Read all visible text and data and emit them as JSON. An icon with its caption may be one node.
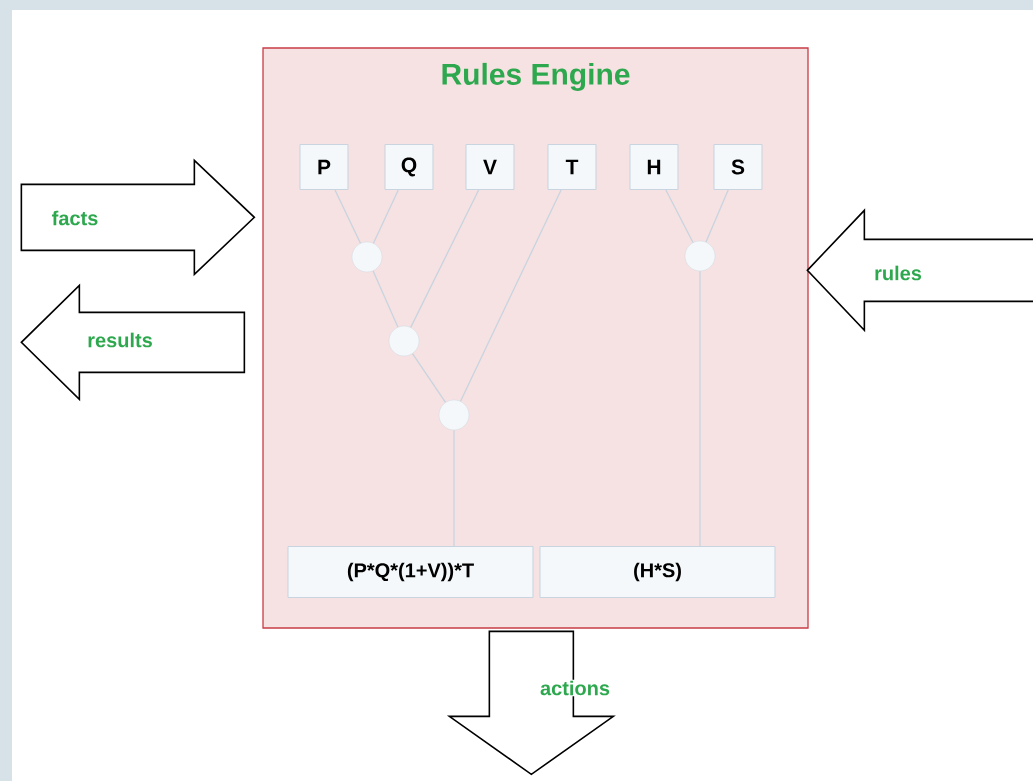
{
  "diagram": {
    "nodes": [
      {
        "text": [
          "Rules Engine"
        ]
      },
      {
        "text": [
          "P"
        ],
        "in": 0
      },
      {
        "text": [
          "Q"
        ],
        "in": 0
      },
      {
        "text": [
          "V"
        ],
        "in": 0
      },
      {
        "text": [
          "T"
        ],
        "in": 0
      },
      {
        "text": [
          "H"
        ],
        "in": 0
      },
      {
        "text": [
          "S"
        ],
        "in": 0
      },
      {
        "text": [],
        "shape": "circle",
        "in": 0
      },
      {
        "text": [],
        "shape": "circle",
        "in": 0
      },
      {
        "text": [],
        "shape": "circle",
        "in": 0
      },
      {
        "text": [],
        "shape": "circle",
        "in": 0
      },
      {
        "text": [
          "(P*Q*(1+V))*T"
        ],
        "in": 0
      },
      {
        "text": [
          "(H*S)"
        ],
        "in": 0
      }
    ],
    "edges": [
      {
        "from": 1,
        "to": 7,
        "arrow": "none",
        "color": "#c8d4e0"
      },
      {
        "from": 2,
        "to": 7,
        "arrow": "none",
        "color": "#c8d4e0"
      },
      {
        "from": 7,
        "to": 9,
        "arrow": "none",
        "color": "#c8d4e0"
      },
      {
        "from": 3,
        "to": 9,
        "arrow": "none",
        "color": "#c8d4e0"
      },
      {
        "from": 9,
        "to": 10,
        "arrow": "none",
        "color": "#c8d4e0"
      },
      {
        "from": 4,
        "to": 10,
        "arrow": "none",
        "color": "#c8d4e0"
      },
      {
        "from": 10,
        "to": 11,
        "arrow": "none",
        "color": "#c8d4e0"
      },
      {
        "from": 5,
        "to": 8,
        "arrow": "none",
        "color": "#c8d4e0"
      },
      {
        "from": 6,
        "to": 8,
        "arrow": "none",
        "color": "#c8d4e0"
      },
      {
        "from": 8,
        "to": 12,
        "arrow": "none",
        "color": "#c8d4e0"
      },
      {
        "from": null,
        "to": 0,
        "arrow": "to",
        "label": "facts"
      },
      {
        "from": 0,
        "to": null,
        "arrow": "to",
        "label": "results"
      },
      {
        "from": null,
        "to": 0,
        "arrow": "to",
        "label": "rules"
      },
      {
        "from": 0,
        "to": null,
        "arrow": "to",
        "label": "actions"
      }
    ]
  }
}
